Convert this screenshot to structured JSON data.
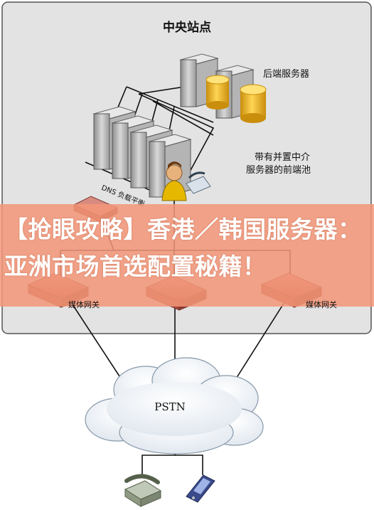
{
  "diagram": {
    "site_title": "中央站点",
    "backend_label": "后端服务器",
    "frontend_label_line1": "带有并置中介",
    "frontend_label_line2": "服务器的前端池",
    "dns_lb_label": "DNS  负载平衡",
    "gateway_label_left": "媒体网关",
    "gateway_label_right": "媒体网关",
    "pstn_label": "PSTN"
  },
  "banner": {
    "text": "【抢眼攻略】香港／韩国服务器：亚洲市场首选配置秘籍！"
  },
  "colors": {
    "site_fill": "#e3e3e3",
    "server_body": "#c9c9c9",
    "db_gold": "#f2b81f",
    "router_red": "#c76a5f",
    "banner_overlay": "#f39678"
  }
}
